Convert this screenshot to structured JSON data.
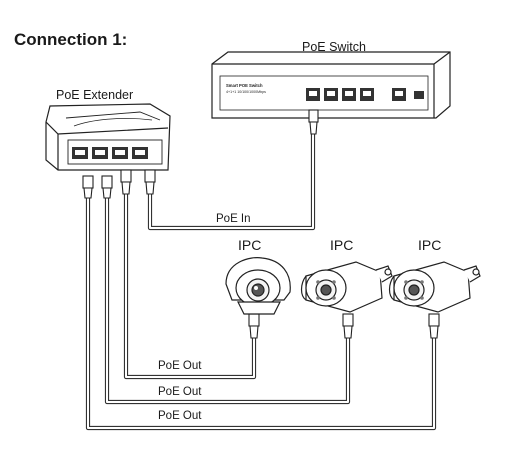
{
  "title": "Connection 1:",
  "switch": {
    "label": "PoE Switch",
    "model_line1": "Smart POE Switch",
    "model_line2": "4+1+1 10/100/1000Mbps"
  },
  "extender": {
    "label": "PoE Extender"
  },
  "cameras": [
    {
      "label": "IPC"
    },
    {
      "label": "IPC"
    },
    {
      "label": "IPC"
    }
  ],
  "cables": {
    "poe_in": "PoE In",
    "poe_out": [
      "PoE Out",
      "PoE Out",
      "PoE Out"
    ]
  }
}
